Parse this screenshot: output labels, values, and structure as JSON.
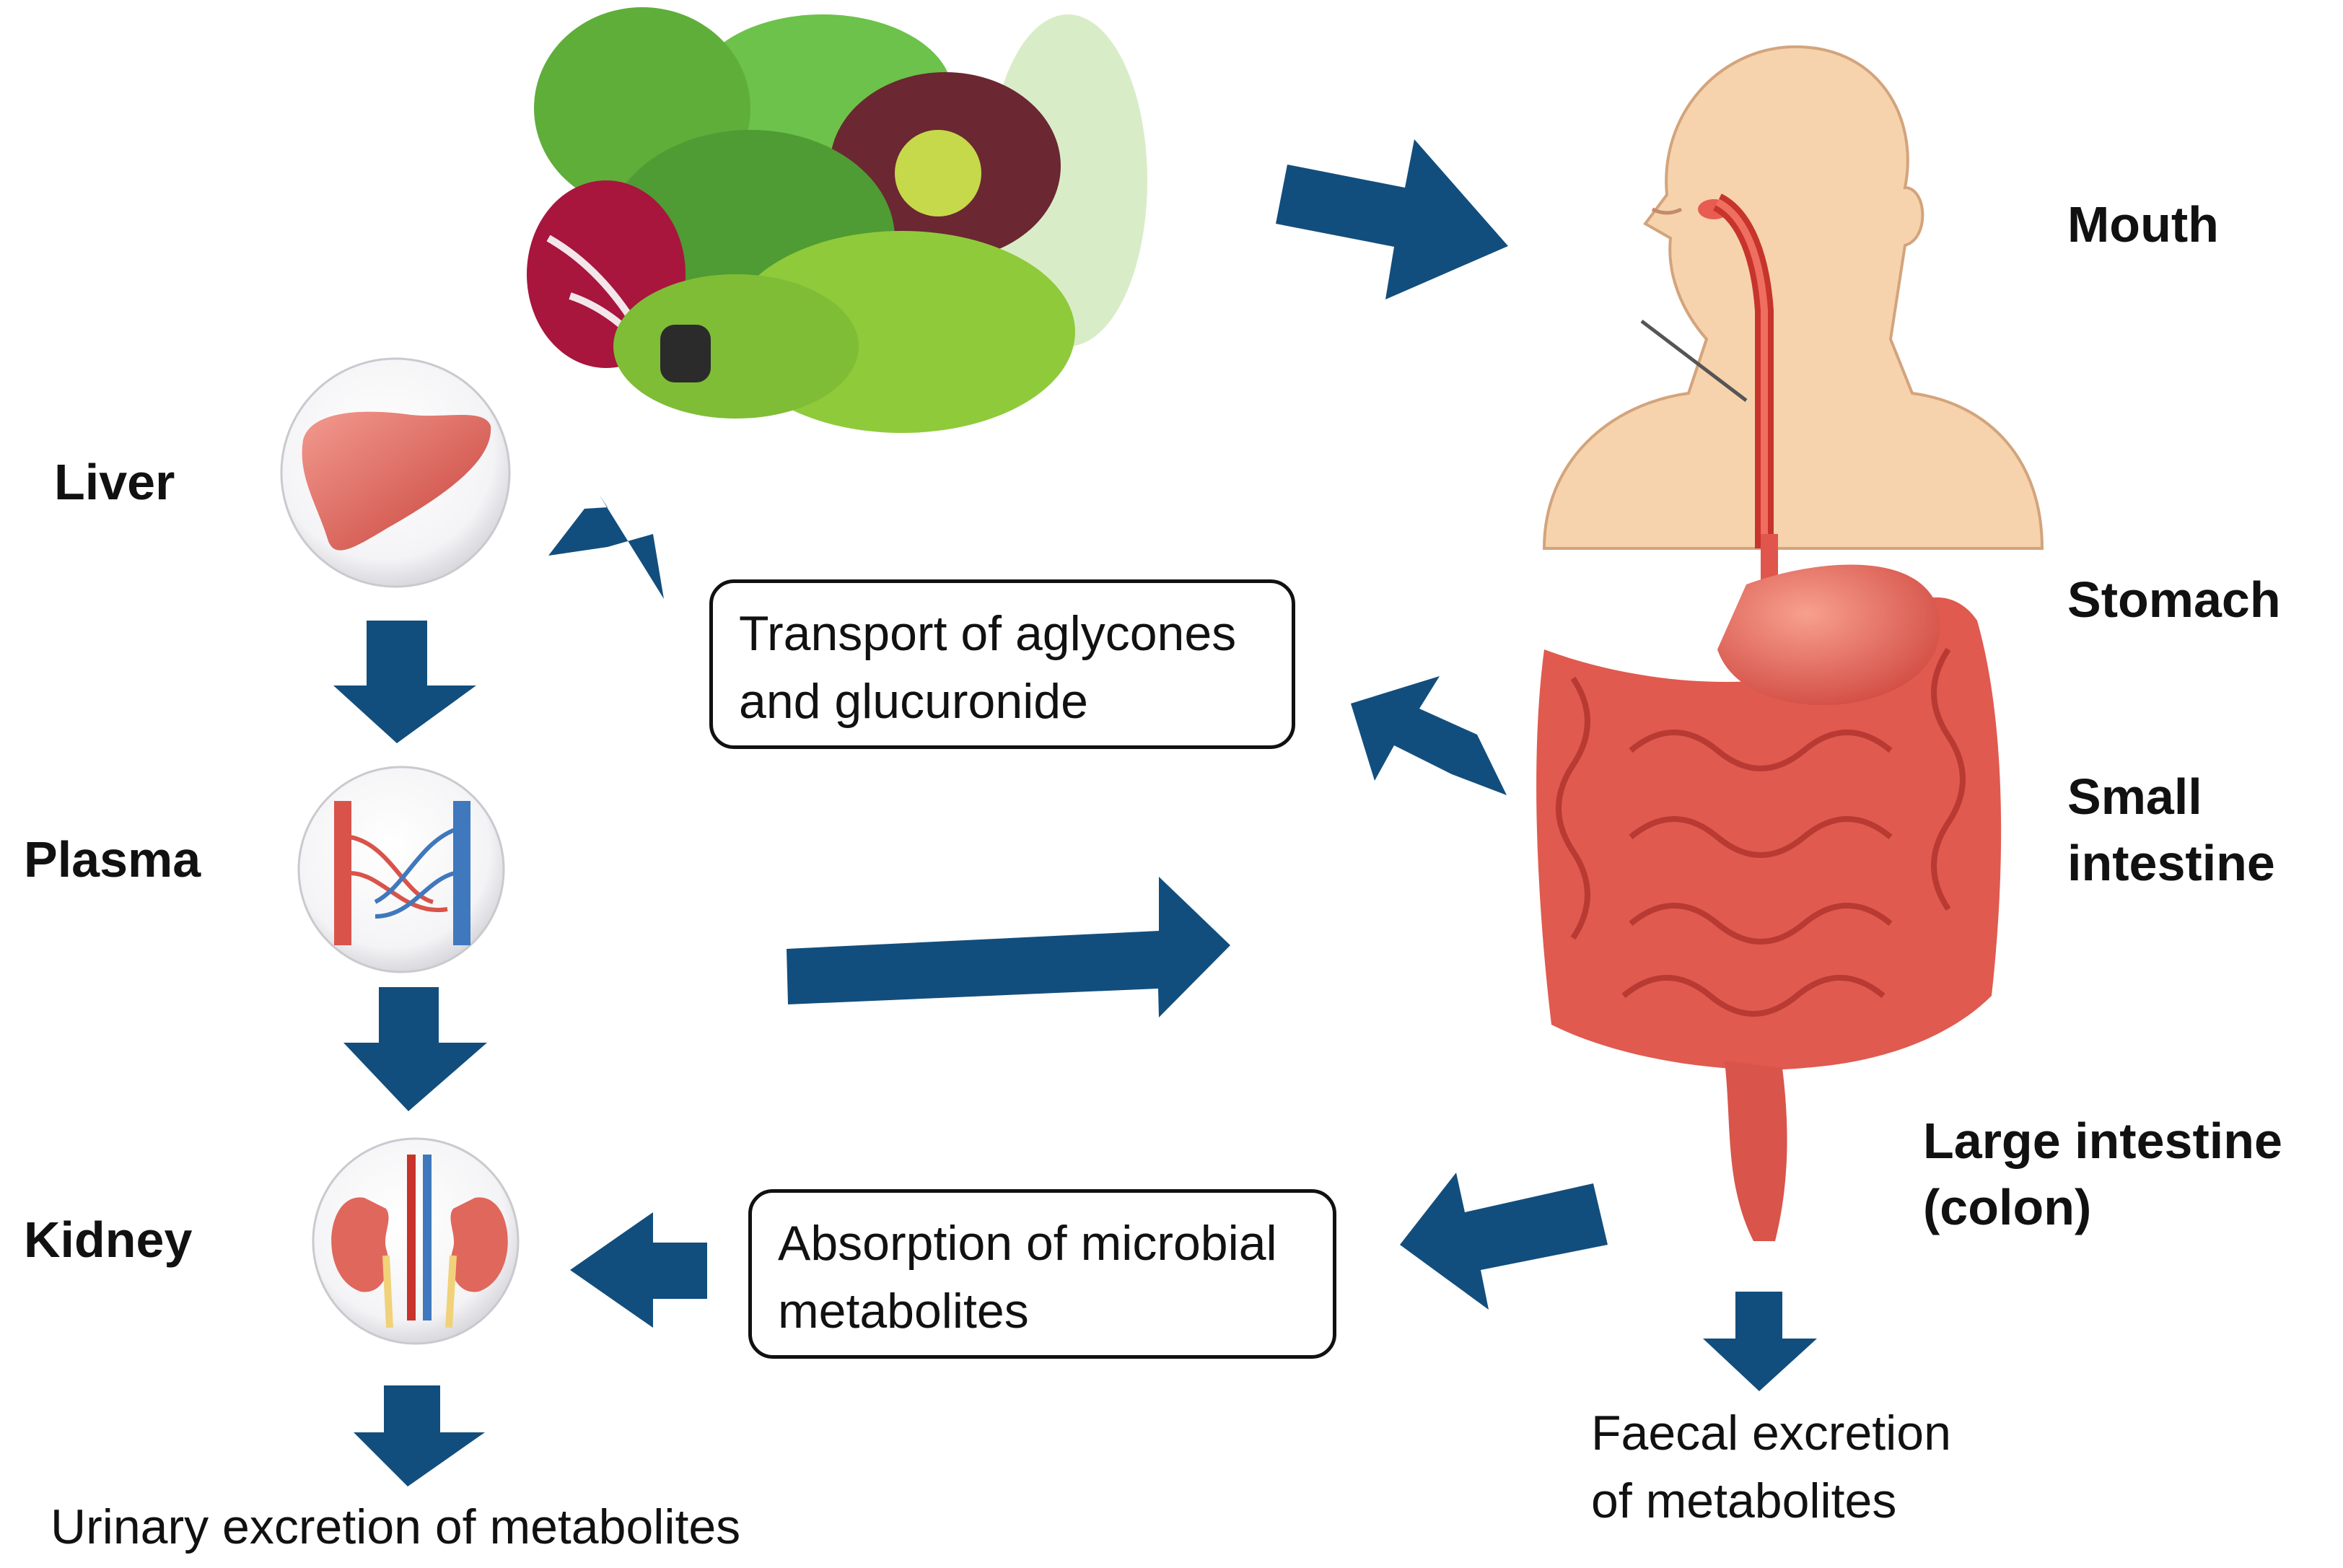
{
  "colors": {
    "arrow": "#124e7d",
    "skin": "#f6d3ad",
    "organ": "#e9645a",
    "organ_dark": "#c9433d",
    "vein": "#3f78bd"
  },
  "labels": {
    "mouth": "Mouth",
    "stomach": "Stomach",
    "small_intestine": "Small\nintestine",
    "large_intestine": "Large intestine\n(colon)",
    "liver": "Liver",
    "plasma": "Plasma",
    "kidney": "Kidney"
  },
  "boxes": {
    "transport": "Transport of aglycones\nand glucuronide",
    "absorption": "Absorption of microbial\nmetabolites"
  },
  "captions": {
    "faecal": "Faecal excretion\nof metabolites",
    "urinary": "Urinary excretion of metabolites"
  }
}
